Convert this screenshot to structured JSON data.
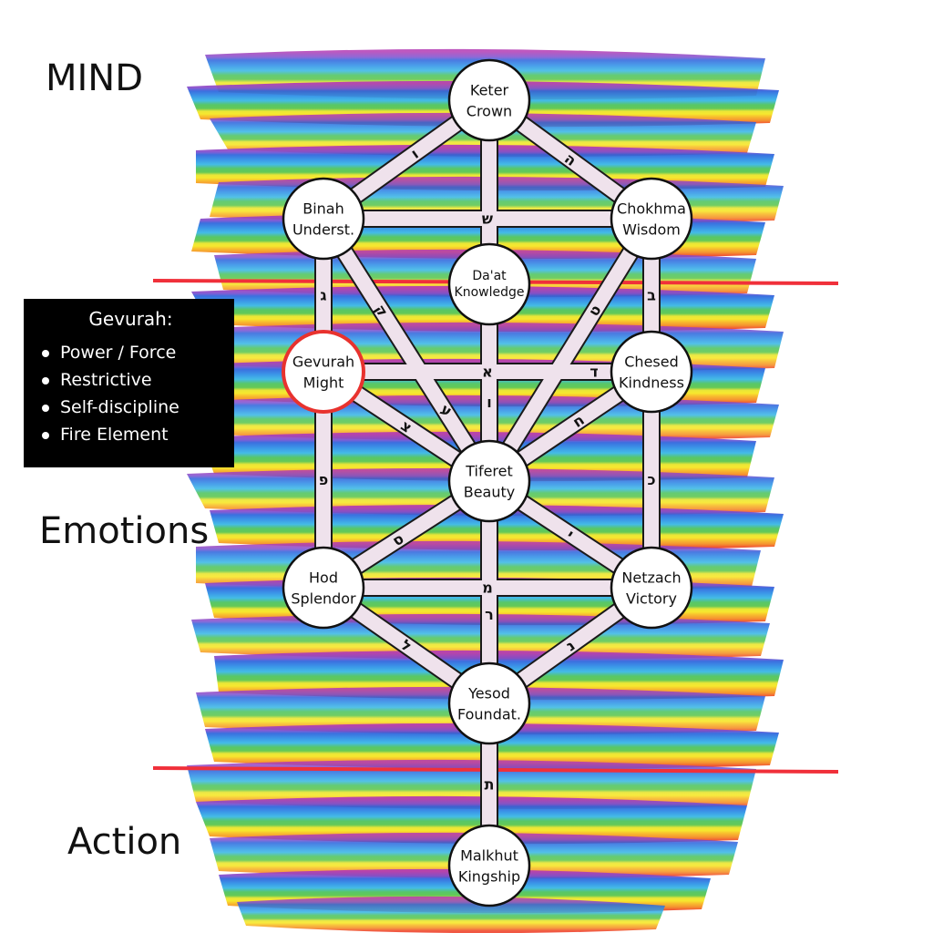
{
  "sections": {
    "mind": "MIND",
    "emotions": "Emotions",
    "action": "Action"
  },
  "info_box": {
    "title": "Gevurah:",
    "items": [
      "Power / Force",
      "Restrictive",
      "Self-discipline",
      "Fire Element"
    ]
  },
  "sefirot": {
    "keter": {
      "line1": "Keter",
      "line2": "Crown"
    },
    "binah": {
      "line1": "Binah",
      "line2": "Underst."
    },
    "chokhma": {
      "line1": "Chokhma",
      "line2": "Wisdom"
    },
    "daat": {
      "line1": "Da'at",
      "line2": "Knowledge"
    },
    "gevurah": {
      "line1": "Gevurah",
      "line2": "Might"
    },
    "chesed": {
      "line1": "Chesed",
      "line2": "Kindness"
    },
    "tiferet": {
      "line1": "Tiferet",
      "line2": "Beauty"
    },
    "hod": {
      "line1": "Hod",
      "line2": "Splendor"
    },
    "netzach": {
      "line1": "Netzach",
      "line2": "Victory"
    },
    "yesod": {
      "line1": "Yesod",
      "line2": "Foundat."
    },
    "malkhut": {
      "line1": "Malkhut",
      "line2": "Kingship"
    }
  },
  "path_letters": {
    "keter_binah": "ו",
    "keter_chokhma": "ה",
    "binah_chokhma": "ש",
    "binah_gevurah": "ג",
    "binah_tiferet": "ק",
    "chokhma_chesed": "ב",
    "chokhma_tiferet": "ט",
    "gevurah_chesed": "א",
    "chesed_gevurah_right": "ד",
    "gevurah_tiferet": "צ",
    "gevurah_tiferet_upper": "ע",
    "chesed_tiferet": "ח",
    "daat_tiferet": "ו",
    "gevurah_hod": "פ",
    "chesed_netzach": "כ",
    "tiferet_hod": "ס",
    "tiferet_netzach": "י",
    "hod_netzach": "מ",
    "tiferet_yesod": "ר",
    "hod_yesod": "ל",
    "netzach_yesod": "נ",
    "yesod_malkhut": "ת"
  },
  "colors": {
    "highlight_ring": "#e8322e",
    "divider_line": "#f0303a",
    "path_fill": "#efe2ec",
    "info_box_bg": "#000000",
    "paint_bands": [
      "#b43cb4",
      "#2f6fe0",
      "#2aa8e8",
      "#4cc24a",
      "#f4e61a",
      "#f7a21c",
      "#ee3322"
    ]
  }
}
